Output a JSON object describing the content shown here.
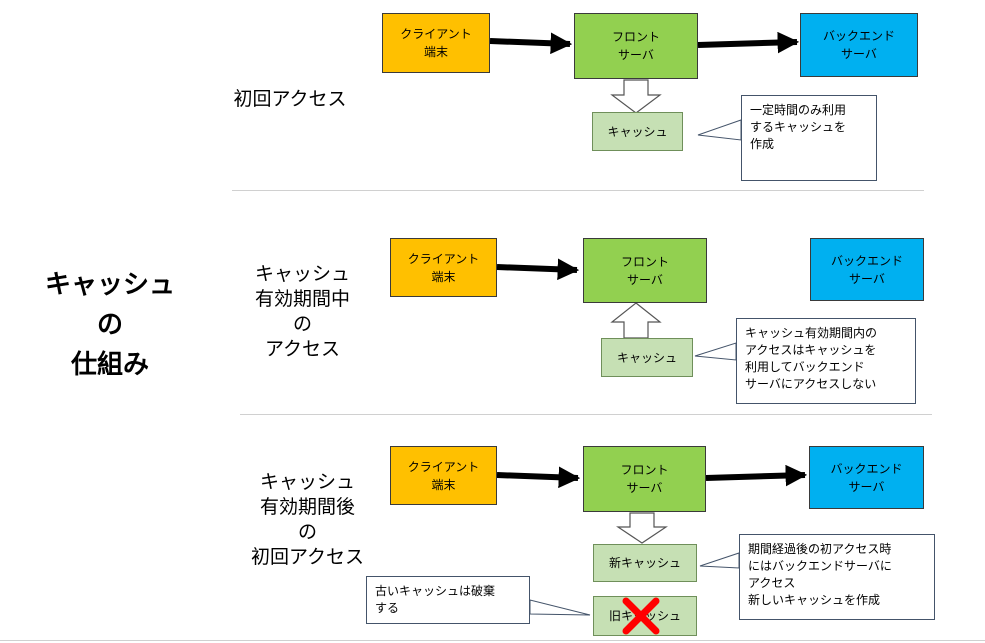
{
  "title": "キャッシュ\nの\n仕組み",
  "sections": [
    {
      "label": "初回アクセス",
      "client": "クライアント\n端末",
      "front": "フロント\nサーバ",
      "back": "バックエンド\nサーバ",
      "cache": "キャッシュ",
      "note": "一定時間のみ利用\nするキャッシュを\n作成"
    },
    {
      "label": "キャッシュ\n有効期間中\nの\nアクセス",
      "client": "クライアント\n端末",
      "front": "フロント\nサーバ",
      "back": "バックエンド\nサーバ",
      "cache": "キャッシュ",
      "note": "キャッシュ有効期間内の\nアクセスはキャッシュを\n利用してバックエンド\nサーバにアクセスしない"
    },
    {
      "label": "キャッシュ\n有効期間後\nの\n初回アクセス",
      "client": "クライアント\n端末",
      "front": "フロント\nサーバ",
      "back": "バックエンド\nサーバ",
      "cache_new": "新キャッシュ",
      "cache_old": "旧キャッシュ",
      "note": "期間経過後の初アクセス時\nにはバックエンドサーバに\nアクセス\n新しいキャッシュを作成",
      "note_old": "古いキャッシュは破棄\nする"
    }
  ],
  "colors": {
    "client": "#ffc000",
    "front": "#92d050",
    "back": "#00b0f0",
    "cache": "#c6e0b4",
    "cross": "#ff0000"
  }
}
